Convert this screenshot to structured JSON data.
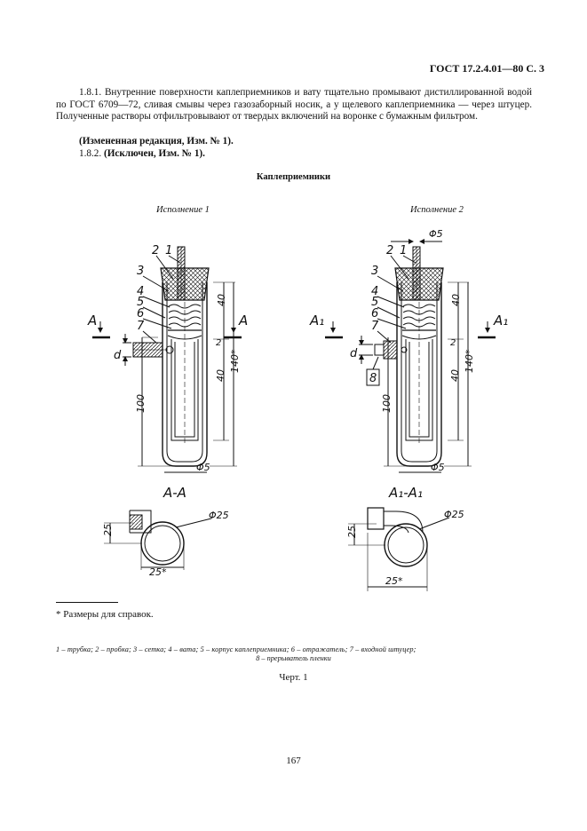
{
  "header": "ГОСТ 17.2.4.01—80 С. 3",
  "para1": "1.8.1. Внутренние поверхности каплеприемников и вату тщательно промывают дистиллированной водой по ГОСТ 6709—72, сливая смывы через газозаборный носик, а у щелевого каплеприемника — через штуцер. Полученные растворы отфильтровывают от твердых включений на воронке с бумажным фильтром.",
  "para2": "(Измененная редакция, Изм. № 1).",
  "para3_num": "1.8.2.",
  "para3_bold": "(Исключен, Изм. № 1).",
  "caption": "Каплеприемники",
  "variant1": "Исполнение 1",
  "variant2": "Исполнение 2",
  "drawing": {
    "labels": [
      "1",
      "2",
      "3",
      "4",
      "5",
      "6",
      "7",
      "8"
    ],
    "section1": "А-А",
    "section2": "А₁-А₁",
    "markA": "А",
    "markA1": "А₁",
    "d": "d",
    "dim40": "40",
    "dim140": "140*",
    "dim100": "100",
    "phi5": "Φ5",
    "phi25": "Φ25",
    "dim25": "25",
    "dim25s": "25*",
    "dim2": "2"
  },
  "footnote": "* Размеры для справок.",
  "legend_line1": "1 – трубка;   2 – пробка;   3 – сетка;   4 – вата;   5 – корпус каплеприемника;   6 – отражатель;   7 – входной штуцер;",
  "legend_line2": "8 – прерыватель пленки",
  "chert": "Черт. 1",
  "page_number": "167"
}
